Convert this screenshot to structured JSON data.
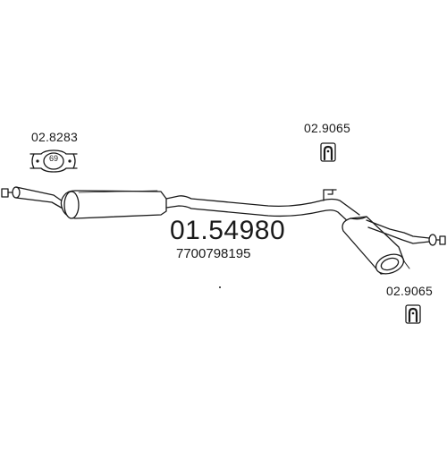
{
  "part": {
    "number": "01.54980",
    "oem_number": "7700798195"
  },
  "accessories": {
    "clamp": {
      "code": "02.8283",
      "size_label": "69",
      "icon": "pipe-clamp-icon"
    },
    "hanger_top": {
      "code": "02.9065",
      "icon": "rubber-hanger-icon"
    },
    "hanger_bottom": {
      "code": "02.9065",
      "icon": "rubber-hanger-icon"
    }
  },
  "colors": {
    "line": "#1a1a1a",
    "background": "#ffffff"
  }
}
